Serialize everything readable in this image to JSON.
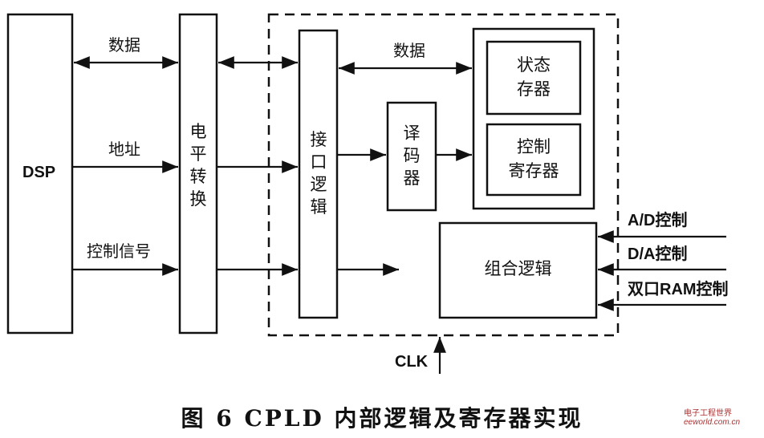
{
  "blocks": {
    "dsp": "DSP",
    "level_shift": "电平转换",
    "interface_logic": "接口逻辑",
    "decoder": "译码器",
    "status_reg_line1": "状态",
    "status_reg_line2": "存器",
    "control_reg_line1": "控制",
    "control_reg_line2": "寄存器",
    "combo_logic": "组合逻辑"
  },
  "signals": {
    "data_left": "数据",
    "address": "地址",
    "control_signal": "控制信号",
    "data_inner": "数据",
    "ad_control": "A/D控制",
    "da_control": "D/A控制",
    "dpram_control": "双口RAM控制",
    "clk": "CLK"
  },
  "caption": "图 6   CPLD 内部逻辑及寄存器实现",
  "watermark": {
    "line1": "电子工程世界",
    "line2": "eeworld.com.cn"
  }
}
